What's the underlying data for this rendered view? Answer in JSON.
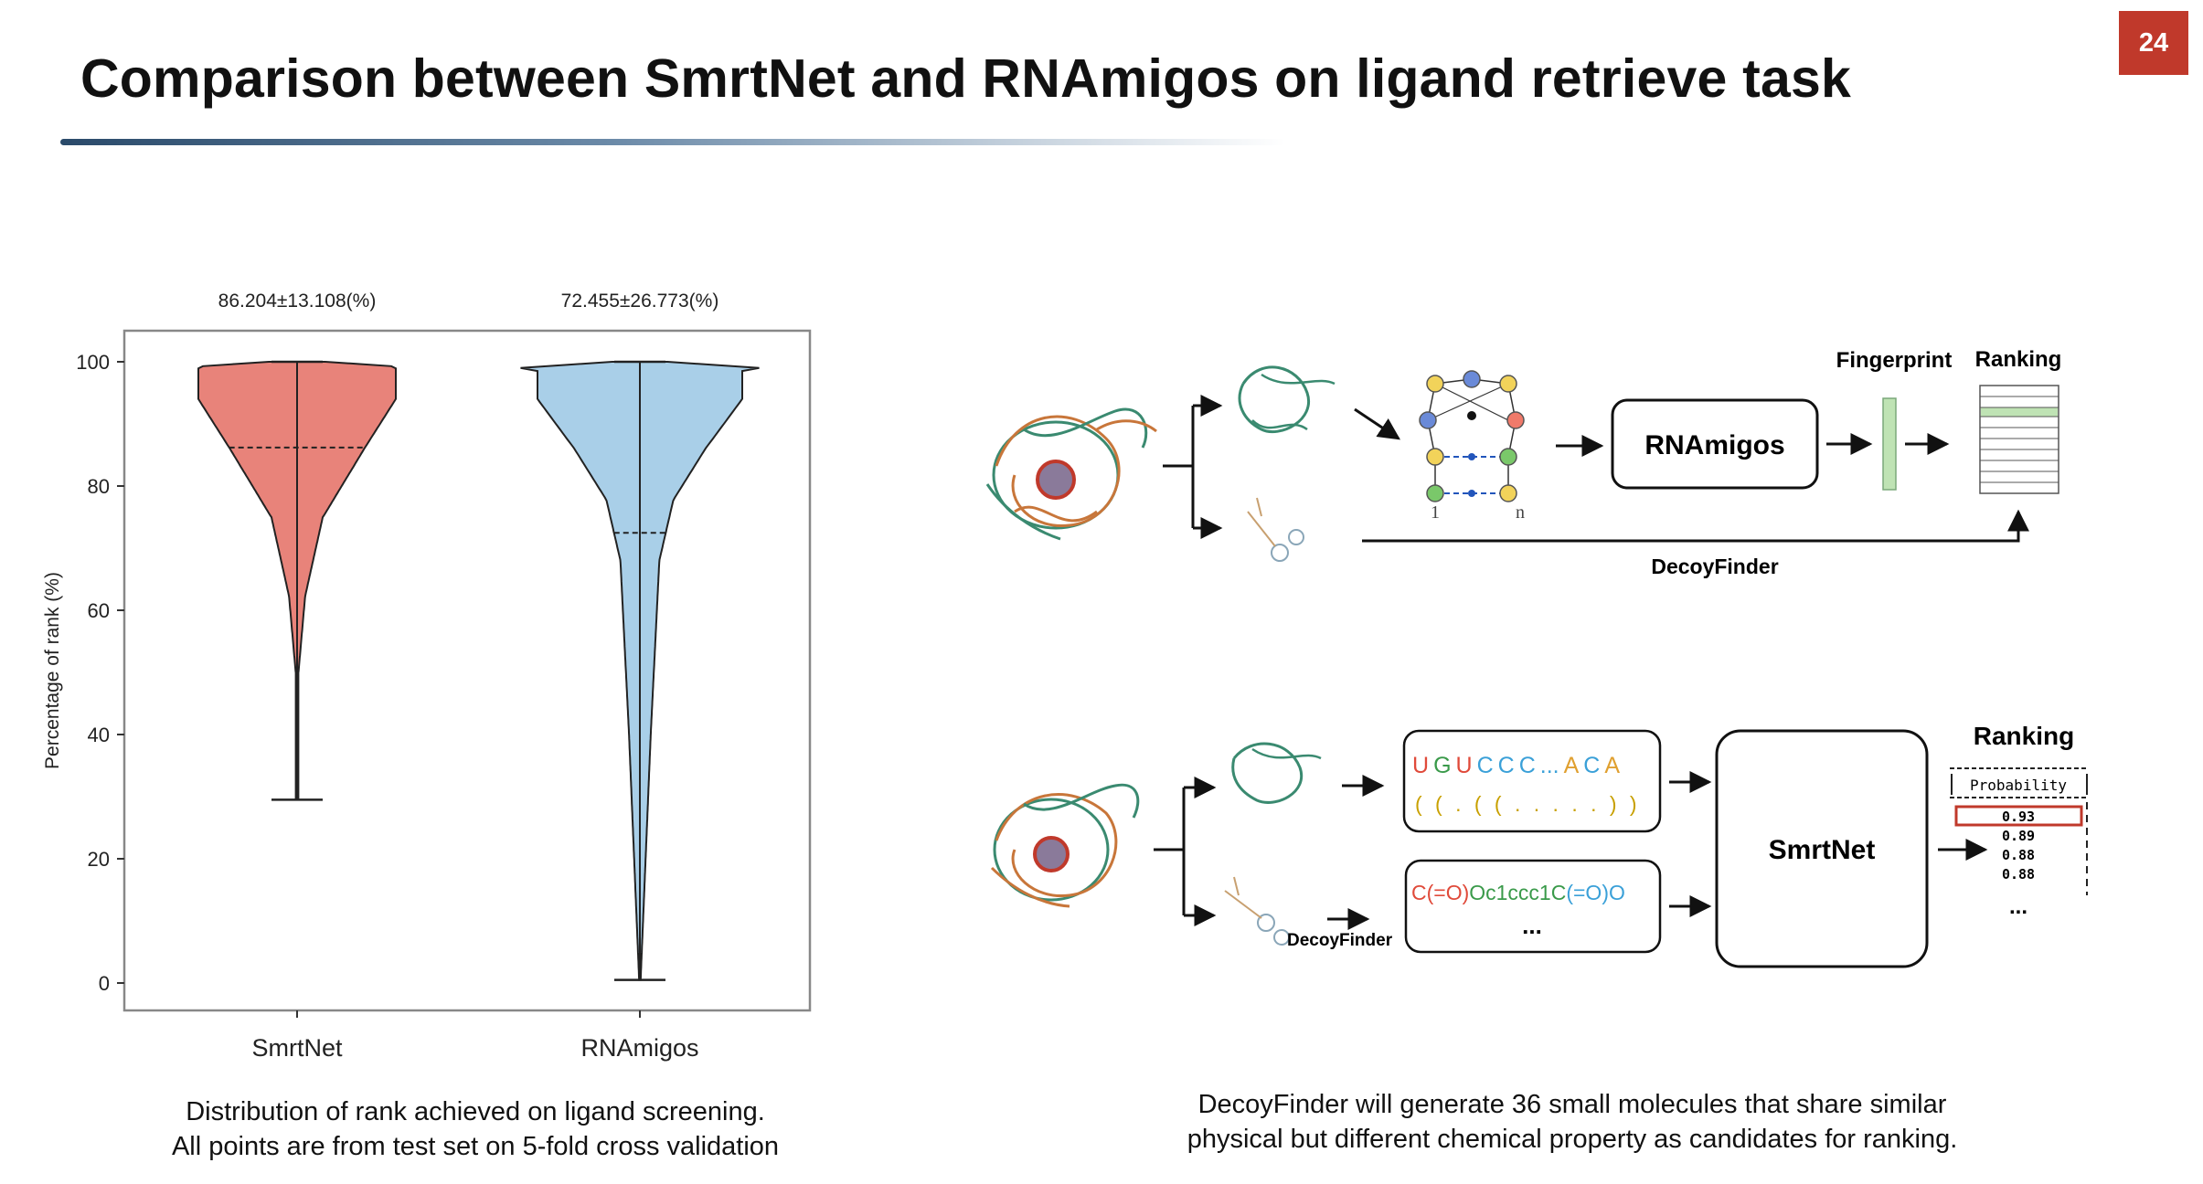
{
  "slide": {
    "title": "Comparison between SmrtNet and RNAmigos on ligand retrieve task",
    "page_number": "24",
    "caption_left": [
      "Distribution of rank achieved on ligand screening.",
      "All points are from test set on 5-fold cross validation"
    ],
    "caption_right": [
      "DecoyFinder will generate 36 small molecules that share similar",
      "physical but different chemical property as candidates for ranking."
    ]
  },
  "chart_data": {
    "type": "violin",
    "categories": [
      "SmrtNet",
      "RNAmigos"
    ],
    "ylabel": "Percentage of rank (%)",
    "xlabel": "",
    "ylim": [
      0,
      100
    ],
    "yticks": [
      0,
      20,
      40,
      60,
      80,
      100
    ],
    "grid": false,
    "series": [
      {
        "category": "SmrtNet",
        "mean": 86.204,
        "std": 13.108,
        "label": "86.204±13.108(%)",
        "min": 29.5,
        "max": 100,
        "color": "#e8837a"
      },
      {
        "category": "RNAmigos",
        "mean": 72.455,
        "std": 26.773,
        "label": "72.455±26.773(%)",
        "min": 0.5,
        "max": 100,
        "color": "#a9cfe8"
      }
    ]
  },
  "diagram": {
    "top": {
      "model_label": "RNAmigos",
      "fingerprint_label": "Fingerprint",
      "ranking_label": "Ranking",
      "decoy_label": "DecoyFinder",
      "graph_node_first": "1",
      "graph_node_last": "n"
    },
    "bottom": {
      "model_label": "SmrtNet",
      "ranking_label": "Ranking",
      "decoy_label": "DecoyFinder",
      "sequence_letters": [
        "U",
        "G",
        "U",
        "C",
        "C",
        "C",
        "...",
        "A",
        "C",
        "A"
      ],
      "structure_text": "( ( . ( ( . . . . . ) )",
      "smiles_parts": [
        "C(=O)",
        "Oc1ccc1C",
        "(=O)O"
      ],
      "smiles_more": "...",
      "probability_header": "Probability",
      "probabilities": [
        "0.93",
        "0.89",
        "0.88",
        "0.88"
      ],
      "more": "..."
    }
  },
  "colors": {
    "badge": "#c0392b",
    "smrtnet_violin": "#e8837a",
    "rnamigos_violin": "#a9cfe8",
    "rna_green": "#3a8a70",
    "rna_orange": "#c8763a",
    "highlight_red": "#c0392b"
  }
}
